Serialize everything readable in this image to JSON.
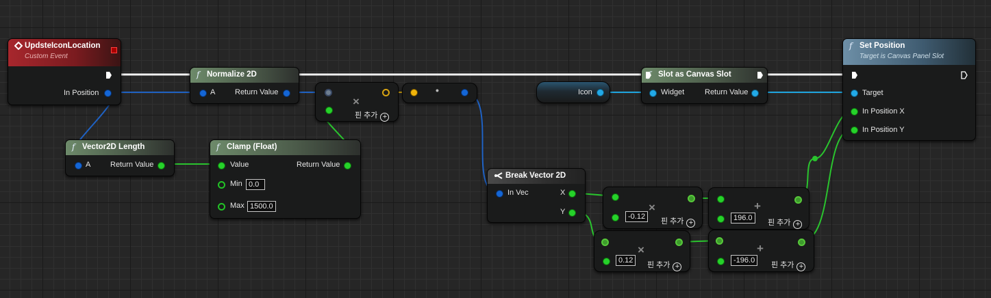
{
  "nodes": {
    "event": {
      "title": "UpdsteIconLocation",
      "subtitle": "Custom Event",
      "pin_in_position": "In Position"
    },
    "normalize": {
      "title": "Normalize 2D",
      "pin_a": "A",
      "pin_return": "Return Value"
    },
    "vec_length": {
      "title": "Vector2D Length",
      "pin_a": "A",
      "pin_return": "Return Value"
    },
    "clamp": {
      "title": "Clamp (Float)",
      "pin_value": "Value",
      "pin_min": "Min",
      "min_value": "0.0",
      "pin_max": "Max",
      "max_value": "1500.0",
      "pin_return": "Return Value"
    },
    "multiply": {
      "op": "×",
      "add_pin": "핀 추가"
    },
    "conv": {
      "op": "•"
    },
    "icon_var": {
      "label": "Icon"
    },
    "slot_canvas": {
      "title": "Slot as Canvas Slot",
      "pin_widget": "Widget",
      "pin_return": "Return Value"
    },
    "set_position": {
      "title": "Set Position",
      "subtitle": "Target is Canvas Panel Slot",
      "pin_target": "Target",
      "pin_in_x": "In Position X",
      "pin_in_y": "In Position Y"
    },
    "break_vec": {
      "title": "Break Vector 2D",
      "pin_in_vec": "In Vec",
      "pin_x": "X",
      "pin_y": "Y"
    },
    "mul_x": {
      "op": "×",
      "value": "-0.12",
      "add_pin": "핀 추가"
    },
    "add_x": {
      "op": "+",
      "value": "196.0",
      "add_pin": "핀 추가"
    },
    "mul_y": {
      "op": "×",
      "value": "0.12",
      "add_pin": "핀 추가"
    },
    "add_y": {
      "op": "+",
      "value": "-196.0",
      "add_pin": "핀 추가"
    }
  },
  "colors": {
    "exec": "#ffffff",
    "float_wire": "#2ac42e",
    "vector_wire": "#1f62c4",
    "object_wire": "#1fa6e0",
    "event_header": "#a7272d",
    "function_header": "#6d8a6a"
  },
  "icons": {
    "function": "f",
    "event": "event-diamond-icon",
    "break": "break-struct-icon"
  }
}
